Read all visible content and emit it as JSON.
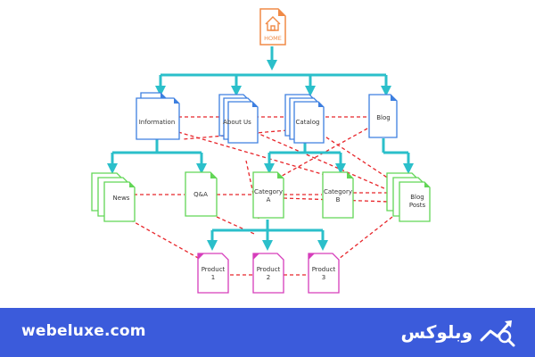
{
  "diagram": {
    "home": "HOME",
    "nodes": {
      "information": "Information",
      "about_us": "About Us",
      "catalog": "Catalog",
      "blog": "Blog",
      "news": "News",
      "qa": "Q&A",
      "category_a": [
        "Category",
        "A"
      ],
      "category_b": [
        "Category",
        "B"
      ],
      "blog_posts": [
        "Blog",
        "Posts"
      ],
      "product_1": [
        "Product",
        "1"
      ],
      "product_2": [
        "Product",
        "2"
      ],
      "product_3": [
        "Product",
        "3"
      ]
    },
    "colors": {
      "connector": "#2bbfca",
      "link": "#e8262b",
      "home": "#f08a46",
      "level1": "#3d7fe0",
      "level2": "#62d656",
      "level3": "#d63dbb"
    }
  },
  "footer": {
    "site": "webeluxe.com",
    "brand": "وبلوکس",
    "brand_icon": "chart-magnifier-icon"
  }
}
